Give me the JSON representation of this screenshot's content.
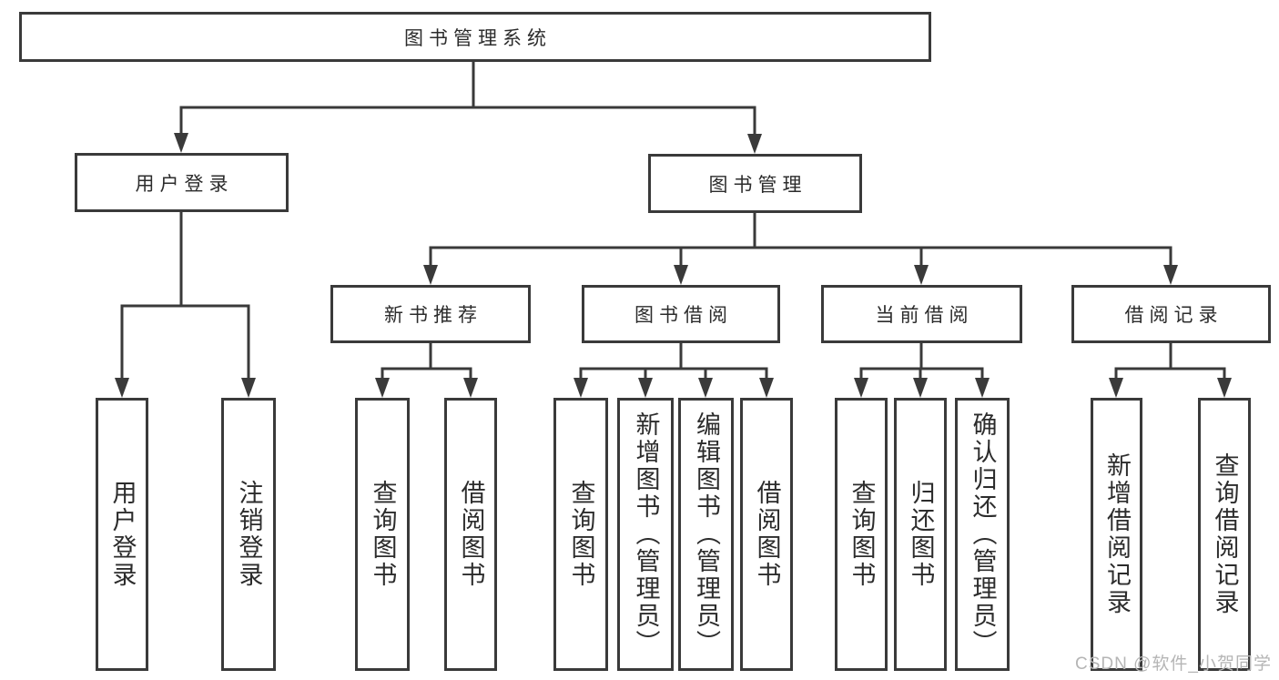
{
  "tree": {
    "root": {
      "label": "图书管理系统"
    },
    "level1": [
      {
        "label": "用户登录"
      },
      {
        "label": "图书管理"
      }
    ],
    "level2": [
      {
        "label": "新书推荐"
      },
      {
        "label": "图书借阅"
      },
      {
        "label": "当前借阅"
      },
      {
        "label": "借阅记录"
      }
    ],
    "leaves": [
      {
        "label": "用户登录"
      },
      {
        "label": "注销登录"
      },
      {
        "label": "查询图书"
      },
      {
        "label": "借阅图书"
      },
      {
        "label": "查询图书"
      },
      {
        "label": "新增图书（管理员）"
      },
      {
        "label": "编辑图书（管理员）"
      },
      {
        "label": "借阅图书"
      },
      {
        "label": "查询图书"
      },
      {
        "label": "归还图书"
      },
      {
        "label": "确认归还（管理员）"
      },
      {
        "label": "新增借阅记录"
      },
      {
        "label": "查询借阅记录"
      }
    ]
  },
  "watermark": {
    "text": "CSDN @软件_小贺同学"
  },
  "colors": {
    "line": "#3a3a3a",
    "box_border": "#3a3a3a",
    "text": "#2c2c2c",
    "watermark": "#b5b5b5",
    "background": "#ffffff"
  }
}
